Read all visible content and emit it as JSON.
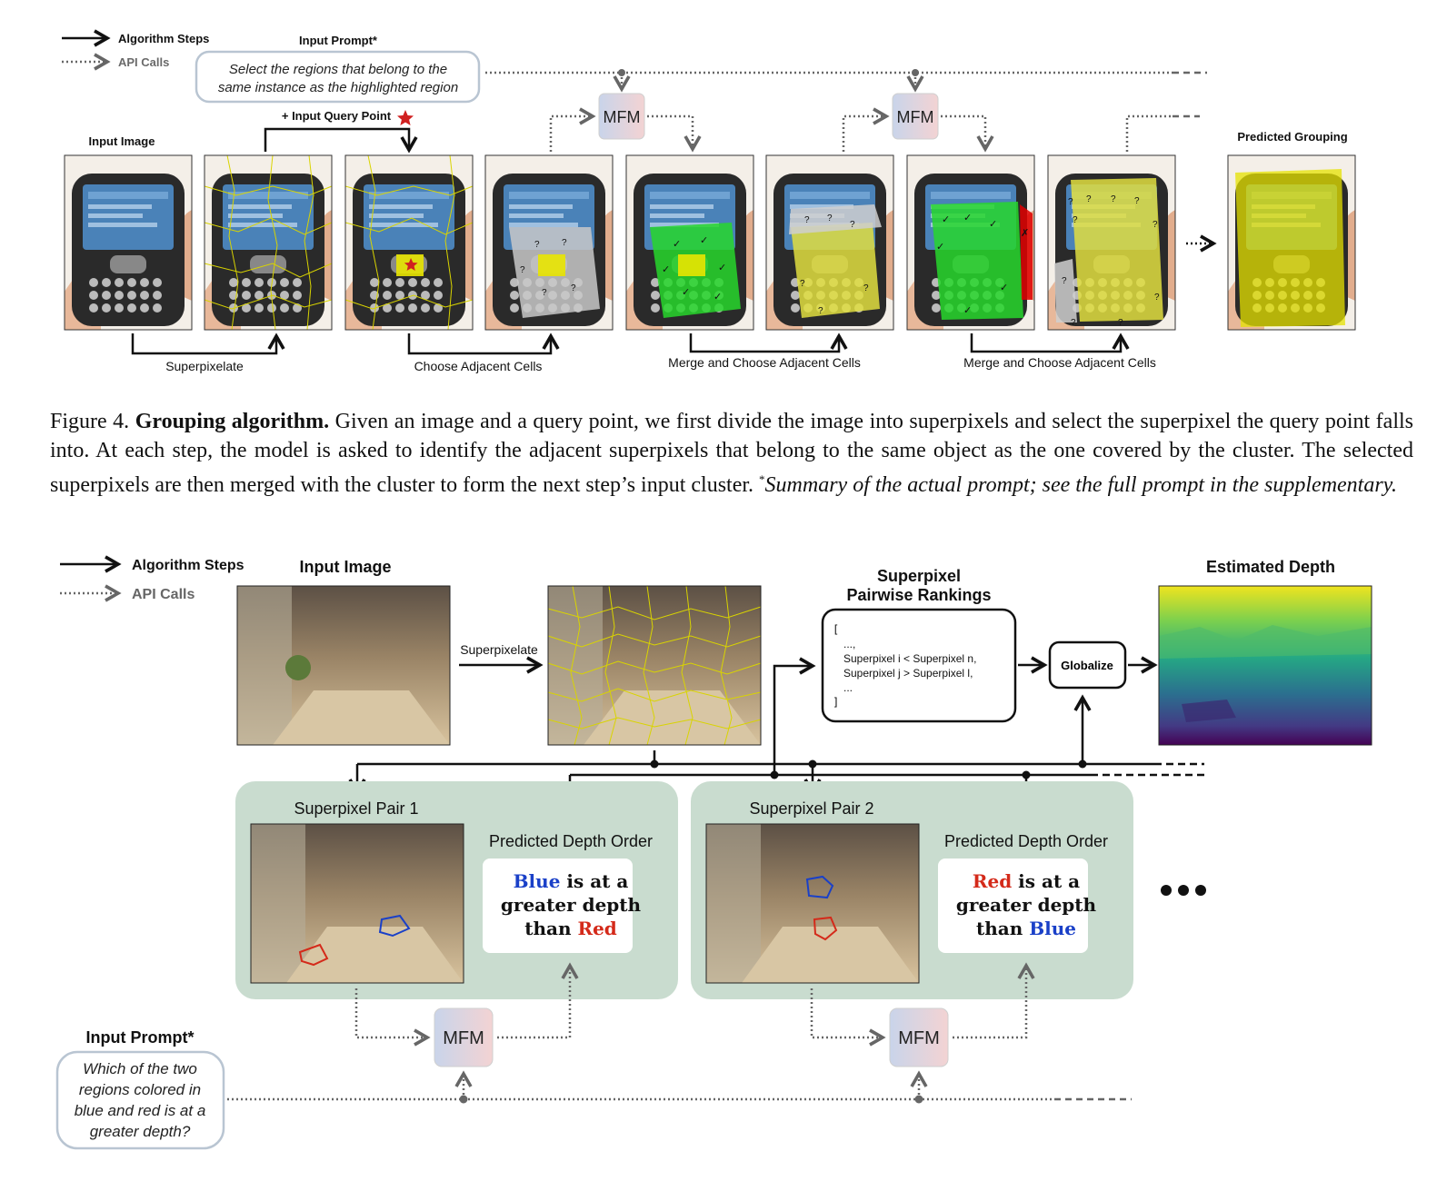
{
  "figure4": {
    "legend": {
      "solid": "Algorithm Steps",
      "dotted": "API Calls"
    },
    "input_prompt": {
      "title": "Input Prompt*",
      "line1": "Select the regions that belong to the",
      "line2": "same instance as the highlighted region"
    },
    "input_image_label": "Input Image",
    "query_point_label": "+ Input Query Point",
    "mfm_1": "MFM",
    "mfm_2": "MFM",
    "predicted_grouping_label": "Predicted Grouping",
    "step_labels": [
      "Superpixelate",
      "Choose Adjacent Cells",
      "Merge and Choose Adjacent Cells",
      "Merge and Choose Adjacent Cells"
    ],
    "colors": {
      "highlight": "#e8e400",
      "accept": "#27d72b",
      "reject": "#e00000",
      "query_star": "#d02020",
      "mfm_left": "#c9d4ea",
      "mfm_right": "#f2d4d4"
    }
  },
  "caption": {
    "prefix": "Figure 4.",
    "title": "Grouping algorithm.",
    "body": " Given an image and a query point, we first divide the image into superpixels and select the superpixel the query point falls into. At each step, the model is asked to identify the adjacent superpixels that belong to the same object as the one covered by the cluster. The selected superpixels are then merged with the cluster to form the next step’s input cluster. ",
    "footnote_mark": "*",
    "footnote": "Summary of the actual prompt; see the full prompt in the supplementary."
  },
  "figure5": {
    "legend": {
      "solid": "Algorithm Steps",
      "dotted": "API Calls"
    },
    "input_image_label": "Input Image",
    "superpixelate_label": "Superpixelate",
    "rankings": {
      "title_line1": "Superpixel",
      "title_line2": "Pairwise Rankings",
      "lines": [
        "[",
        "...,",
        "Superpixel i < Superpixel n,",
        "Superpixel j > Superpixel l,",
        "...",
        "]"
      ]
    },
    "globalize_label": "Globalize",
    "estimated_depth_label": "Estimated Depth",
    "pair1": {
      "title": "Superpixel Pair 1",
      "order_title": "Predicted Depth Order",
      "word1": "Blue",
      "mid1": " is at a",
      "line2": "greater depth",
      "mid3": "than ",
      "word2": "Red"
    },
    "pair2": {
      "title": "Superpixel Pair 2",
      "order_title": "Predicted Depth Order",
      "word1": "Red",
      "mid1": " is at a",
      "line2": "greater depth",
      "mid3": "than ",
      "word2": "Blue"
    },
    "mfm_1": "MFM",
    "mfm_2": "MFM",
    "input_prompt": {
      "title": "Input Prompt*",
      "lines": [
        "Which of the two",
        "regions colored in",
        "blue and red is at a",
        "greater depth?"
      ]
    },
    "colors": {
      "pair_panel": "#c9dccf",
      "blue": "#1a40c8",
      "red": "#d42a1a"
    }
  }
}
